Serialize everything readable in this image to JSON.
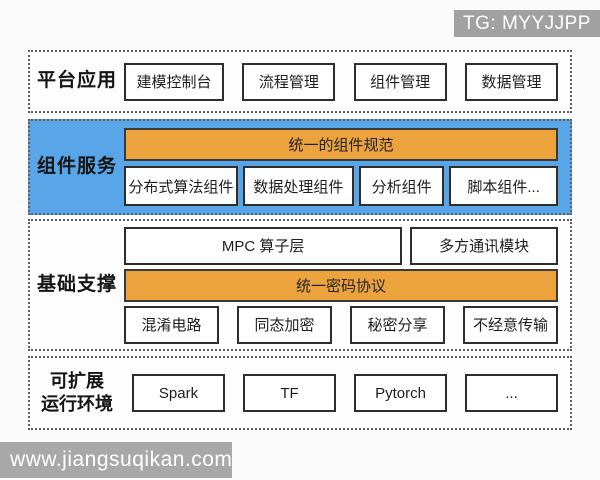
{
  "watermarks": {
    "tg_badge": "TG: MYYJJPP",
    "site": "www.jiangsuqikan.com"
  },
  "colors": {
    "layer_component_services_bg": "#58a6e8",
    "banner_orange": "#eca33e",
    "box_border": "#2e2e2e",
    "watermark_gray": "#a1a1a1"
  },
  "layers": [
    {
      "label": "平台应用",
      "boxes": [
        "建模控制台",
        "流程管理",
        "组件管理",
        "数据管理"
      ]
    },
    {
      "label": "组件服务",
      "banner": "统一的组件规范",
      "boxes": [
        "分布式算法组件",
        "数据处理组件",
        "分析组件",
        "脚本组件..."
      ]
    },
    {
      "label": "基础支撑",
      "top_boxes": [
        "MPC 算子层",
        "多方通讯模块"
      ],
      "banner": "统一密码协议",
      "boxes": [
        "混淆电路",
        "同态加密",
        "秘密分享",
        "不经意传输"
      ]
    },
    {
      "label": "可扩展\n运行环境",
      "boxes": [
        "Spark",
        "TF",
        "Pytorch",
        "..."
      ]
    }
  ]
}
